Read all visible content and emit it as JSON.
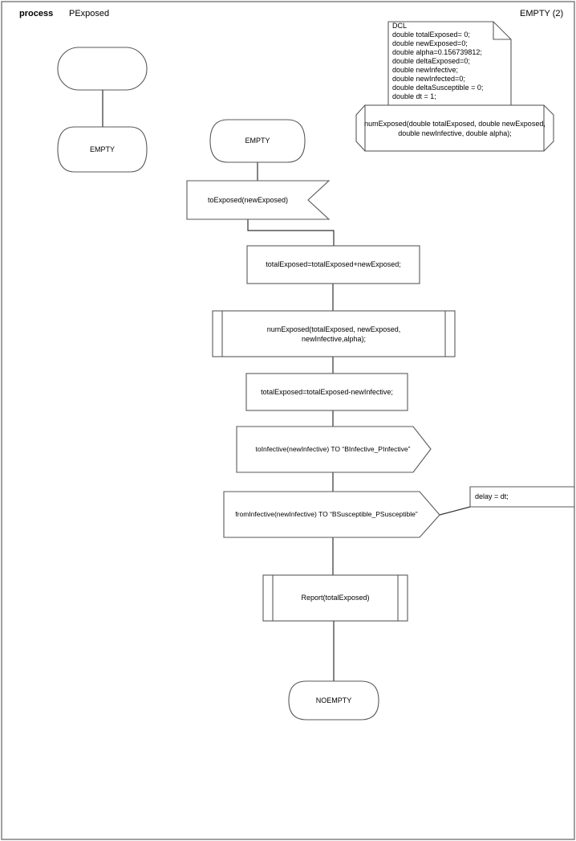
{
  "header": {
    "process_keyword": "process",
    "process_name": "PExposed",
    "page_label": "EMPTY (2)"
  },
  "dcl": {
    "text": "DCL\ndouble totalExposed= 0;\ndouble newExposed=0;\ndouble alpha=0.156739812;\ndouble deltaExposed=0;\ndouble newInfective;\ndouble newInfected=0;\ndouble deltaSusceptible = 0;\ndouble dt = 1;"
  },
  "procedure_declaration": {
    "text": "numExposed(double totalExposed, double newExposed,\ndouble newInfective, double alpha);"
  },
  "states": {
    "empty_left": "EMPTY",
    "empty_main": "EMPTY",
    "noempty": "NOEMPTY"
  },
  "flow": {
    "input_signal": "toExposed(newExposed)",
    "task_add": "totalExposed=totalExposed+newExposed;",
    "procedure_call": "numExposed(totalExposed, newExposed,\nnewInfective,alpha);",
    "task_subtract": "totalExposed=totalExposed-newInfective;",
    "output_to_infective": "toInfective(newInfective) TO “BInfective_PInfective”",
    "output_from_infective": "fromInfective(newInfective) TO “BSusceptible_PSusceptible”",
    "report_call": "Report(totalExposed)"
  },
  "comment": {
    "delay_text": "delay = dt;"
  },
  "colors": {
    "shape_stroke": "#595959",
    "connector_stroke": "#333333",
    "page_border": "#808080",
    "background": "#ffffff"
  }
}
